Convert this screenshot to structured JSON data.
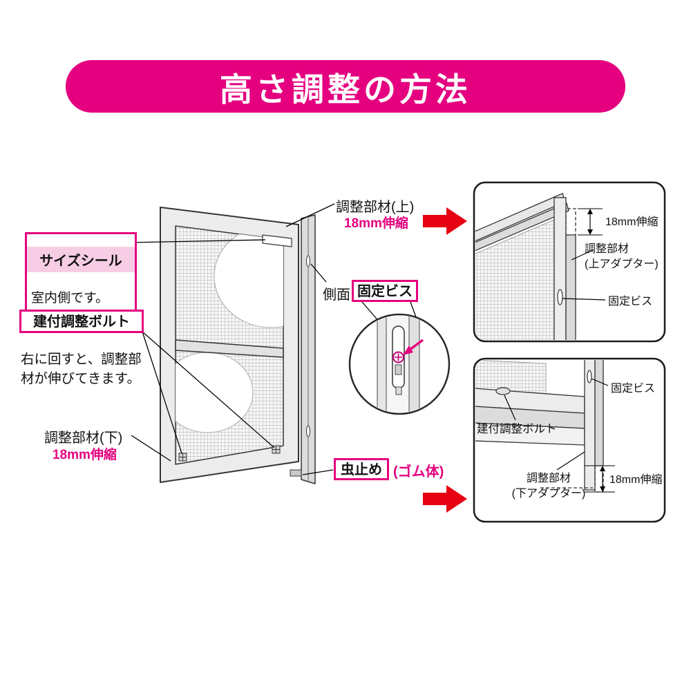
{
  "banner": {
    "title": "高さ調整の方法"
  },
  "colors": {
    "accent_magenta": "#e4007f",
    "arrow_red": "#e60012",
    "pink_bg": "#f6cde4"
  },
  "labels": {
    "size_seal": "サイズシール",
    "size_seal_note": "室内側です。",
    "adjust_bolt": "建付調整ボルト",
    "adjust_bolt_note": "右に回すと、調整部\n材が伸びてきます。",
    "adjust_top": "調整部材(上)",
    "adjust_top_sub": "18mm伸縮",
    "side": "側面",
    "fixing_screw": "固定ビス",
    "adjust_bottom": "調整部材(下)",
    "adjust_bottom_sub": "18mm伸縮",
    "insect_stop": "虫止め",
    "insect_stop_sub": "(ゴム体)"
  },
  "panel_top": {
    "dim": "18mm伸縮",
    "adapter": "調整部材\n(上アダプター)",
    "screw": "固定ビス"
  },
  "panel_bottom": {
    "screw": "固定ビス",
    "bolt": "建付調整ボルト",
    "adapter": "調整部材\n(下アダプター)",
    "dim": "18mm伸縮"
  }
}
